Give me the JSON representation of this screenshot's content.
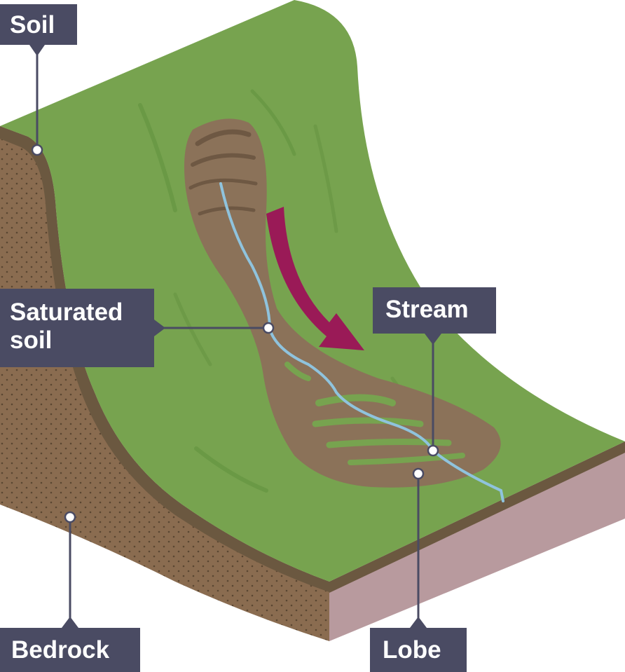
{
  "labels": {
    "soil": "Soil",
    "saturated_soil": "Saturated\nsoil",
    "stream": "Stream",
    "bedrock": "Bedrock",
    "lobe": "Lobe"
  },
  "colors": {
    "grass": "#77a34f",
    "grass_dark": "#63923f",
    "soil_strip": "#6b5840",
    "bedrock_face": "#8a6c50",
    "bedrock_dots": "#5a4632",
    "front_face": "#b89a9e",
    "mud": "#8b7259",
    "mud_dark": "#6e5843",
    "stream": "#8fc3dd",
    "arrow": "#9a1a57",
    "callout_bg": "#4a4b63",
    "callout_text": "#ffffff",
    "leader_line": "#4a4b63"
  }
}
